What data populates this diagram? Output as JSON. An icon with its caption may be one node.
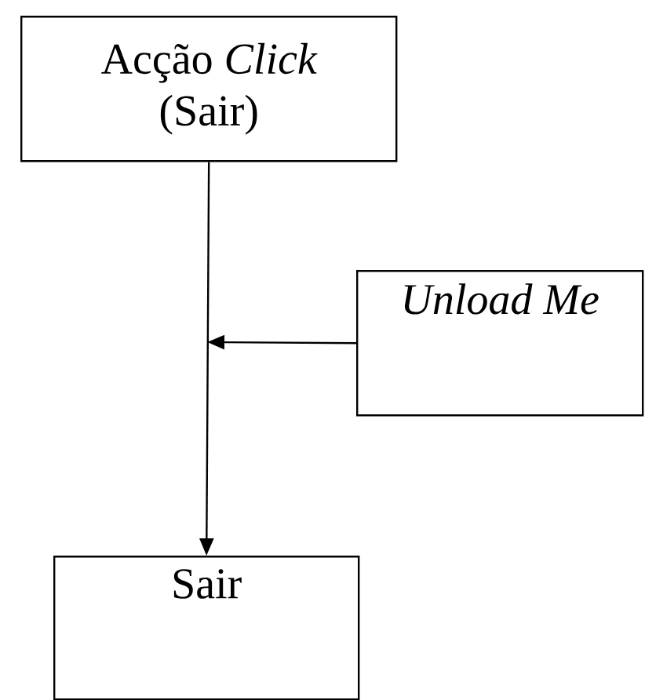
{
  "diagram": {
    "nodes": [
      {
        "text": [
          "Acção *Click* (Sair)"
        ]
      },
      {
        "text": [
          "Unload Me"
        ]
      },
      {
        "text": [
          "Sair"
        ]
      }
    ],
    "edges": [
      {
        "from": 0,
        "to": 2,
        "arrow": "to"
      },
      {
        "from": 1,
        "to": null,
        "arrow": "to"
      }
    ]
  }
}
